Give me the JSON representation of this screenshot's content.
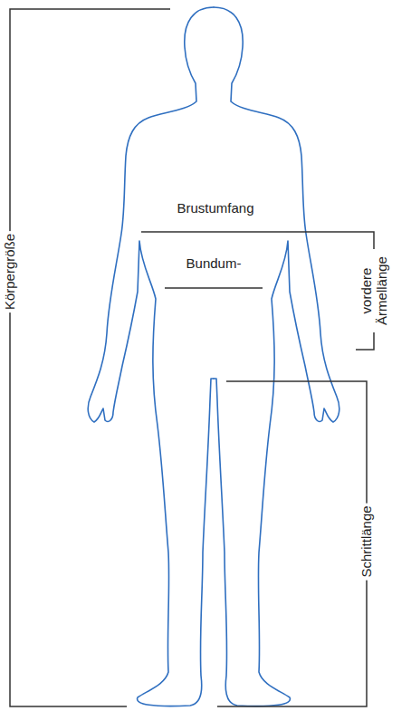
{
  "diagram": {
    "labels": [
      "Körpergröße",
      "Brustumfang",
      "Bundum-",
      "vordere Ärmellänge",
      "Schrittlänge"
    ]
  }
}
